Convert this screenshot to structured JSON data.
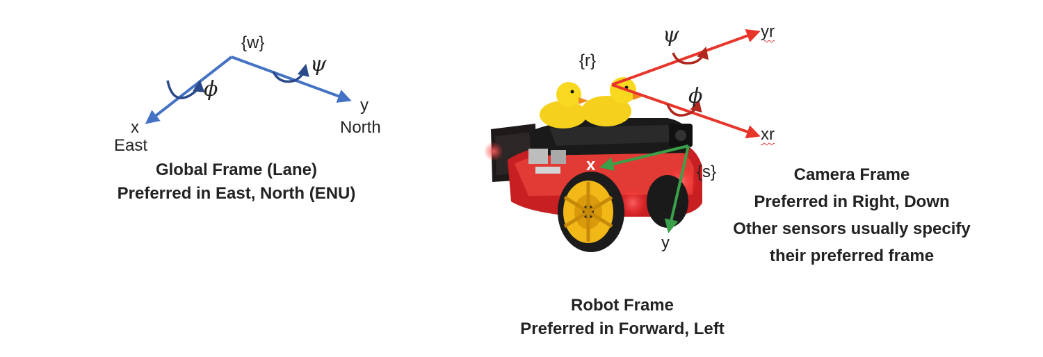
{
  "global_frame": {
    "origin_label": "{w}",
    "x_label": "x",
    "x_dir": "East",
    "y_label": "y",
    "y_dir": "North",
    "roll_symbol": "ϕ",
    "yaw_symbol": "ψ",
    "title": "Global Frame (Lane)",
    "subtitle": "Preferred in East, North (ENU)",
    "color": "#4472c4"
  },
  "robot_frame": {
    "origin_label": "{r}",
    "x_label": "xr",
    "y_label": "yr",
    "roll_symbol": "ϕ",
    "yaw_symbol": "ψ",
    "title": "Robot Frame",
    "subtitle": "Preferred in Forward, Left",
    "color": "#e8352a"
  },
  "camera_frame": {
    "origin_label": "{s}",
    "x_label": "x",
    "y_label": "y",
    "title": "Camera Frame",
    "line1": "Preferred in Right, Down",
    "line2": "Other sensors usually specify",
    "line3": "their preferred frame",
    "color": "#3aa14a"
  }
}
